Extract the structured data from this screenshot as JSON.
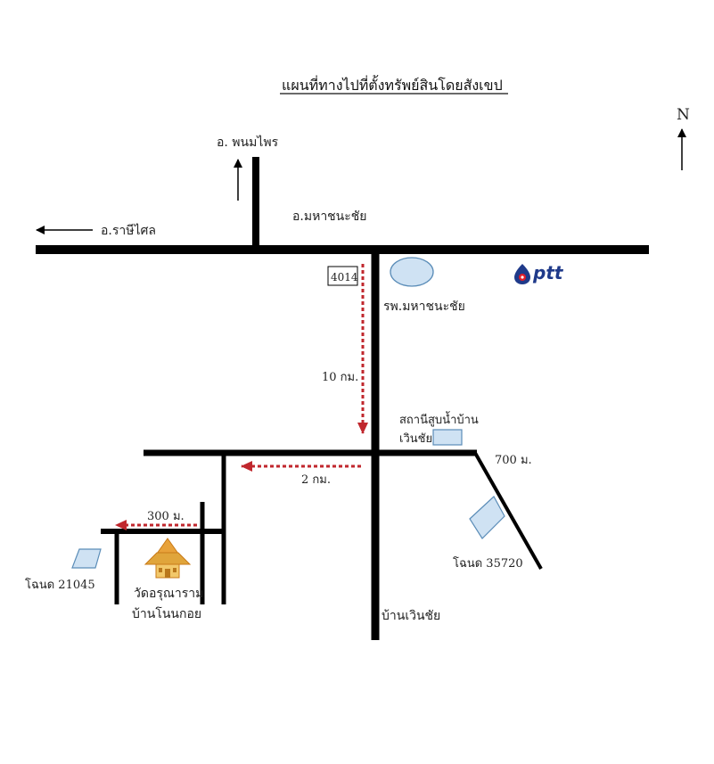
{
  "title": "แผนที่ทางไปที่ตั้งทรัพย์สินโดยสังเขป",
  "north": "N",
  "brand": {
    "text": "ptt",
    "color": "#1f3a8a",
    "accent": "#e11d2a"
  },
  "colors": {
    "road": "#000000",
    "route": "#c0272d",
    "building": "#cfe2f3",
    "building_border": "#5b8db8",
    "temple": "#e0a53b"
  },
  "labels": {
    "phanom_phrai": "อ. พนมไพร",
    "maha_chana_chai": "อ.มหาชนะชัย",
    "rasi_salai": "อ.ราษีไศล",
    "road_number": "4014",
    "hospital": "รพ.มหาชนะชัย",
    "dist_10km": "10 กม.",
    "water_station_line1": "สถานีสูบน้ำบ้าน",
    "water_station_line2": "เวินชัย",
    "dist_700m": "700 ม.",
    "dist_2km": "2 กม.",
    "dist_300m": "300 ม.",
    "deed_35720": "โฉนด 35720",
    "deed_21045": "โฉนด 21045",
    "temple_line1": "วัดอรุณาราม",
    "temple_line2": "บ้านโนนกอย",
    "ban_woen_chai": "บ้านเวินชัย"
  }
}
